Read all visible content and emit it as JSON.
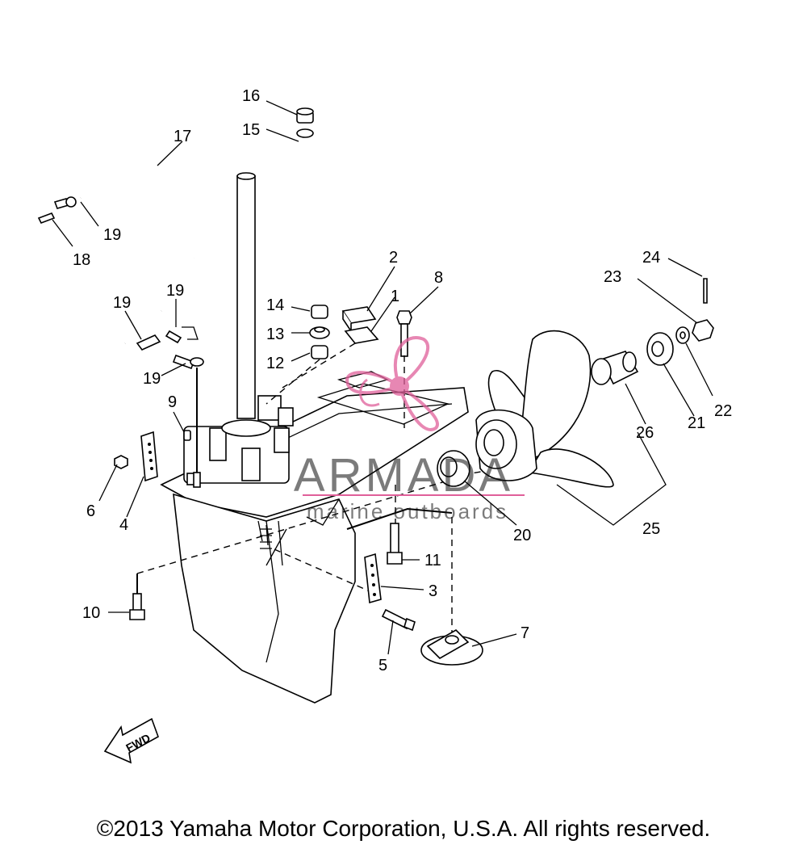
{
  "callouts": [
    {
      "id": "c1",
      "text": "1"
    },
    {
      "id": "c2",
      "text": "2"
    },
    {
      "id": "c3",
      "text": "3"
    },
    {
      "id": "c4",
      "text": "4"
    },
    {
      "id": "c5",
      "text": "5"
    },
    {
      "id": "c6",
      "text": "6"
    },
    {
      "id": "c7",
      "text": "7"
    },
    {
      "id": "c8",
      "text": "8"
    },
    {
      "id": "c9",
      "text": "9"
    },
    {
      "id": "c10",
      "text": "10"
    },
    {
      "id": "c11",
      "text": "11"
    },
    {
      "id": "c12",
      "text": "12"
    },
    {
      "id": "c13",
      "text": "13"
    },
    {
      "id": "c14",
      "text": "14"
    },
    {
      "id": "c15",
      "text": "15"
    },
    {
      "id": "c16",
      "text": "16"
    },
    {
      "id": "c17",
      "text": "17"
    },
    {
      "id": "c18",
      "text": "18"
    },
    {
      "id": "c19a",
      "text": "19"
    },
    {
      "id": "c19b",
      "text": "19"
    },
    {
      "id": "c19c",
      "text": "19"
    },
    {
      "id": "c19d",
      "text": "19"
    },
    {
      "id": "c20",
      "text": "20"
    },
    {
      "id": "c21",
      "text": "21"
    },
    {
      "id": "c22",
      "text": "22"
    },
    {
      "id": "c23",
      "text": "23"
    },
    {
      "id": "c24",
      "text": "24"
    },
    {
      "id": "c25",
      "text": "25"
    },
    {
      "id": "c26",
      "text": "26"
    }
  ],
  "watermark": {
    "brand": "ARMADA",
    "tagline": "marine outboards",
    "accent_color": "#e0609a"
  },
  "fwd_label": "FWD",
  "copyright": "©2013 Yamaha Motor Corporation, U.S.A. All rights reserved."
}
